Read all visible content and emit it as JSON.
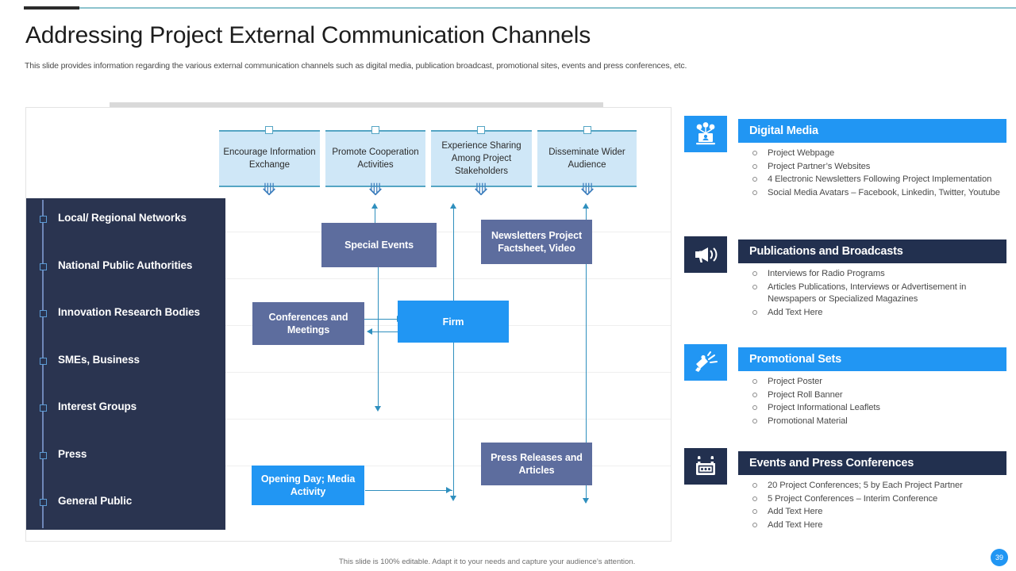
{
  "header": {
    "title": "Addressing Project External Communication Channels",
    "subtitle": "This slide provides information regarding the various external communication channels such as digital media, publication broadcast, promotional sites, events and press conferences, etc.",
    "accent_dark": "#2b2b2b",
    "accent_teal": "#8cc3cd"
  },
  "colors": {
    "bright_blue": "#2196f3",
    "navy": "#22304f",
    "panel_navy": "#2a3450",
    "slate": "#5d6d9e",
    "light_blue_card": "#cfe7f7",
    "card_border": "#55a5c4",
    "connector": "#2f8fbe"
  },
  "diagram": {
    "stakeholders": [
      {
        "label": "Local/ Regional Networks"
      },
      {
        "label": "National Public Authorities"
      },
      {
        "label": "Innovation Research Bodies"
      },
      {
        "label": "SMEs, Business"
      },
      {
        "label": "Interest Groups"
      },
      {
        "label": "Press"
      },
      {
        "label": "General Public"
      }
    ],
    "objectives": [
      {
        "label": "Encourage Information Exchange"
      },
      {
        "label": "Promote Cooperation Activities"
      },
      {
        "label": "Experience Sharing Among Project Stakeholders"
      },
      {
        "label": "Disseminate Wider Audience"
      }
    ],
    "nodes": [
      {
        "label": "Special Events",
        "style": "slate"
      },
      {
        "label": "Newsletters Project Factsheet, Video",
        "style": "slate"
      },
      {
        "label": "Conferences and Meetings",
        "style": "slate"
      },
      {
        "label": "Firm",
        "style": "bright"
      },
      {
        "label": "Press Releases and Articles",
        "style": "slate"
      },
      {
        "label": "Opening Day; Media Activity",
        "style": "bright"
      }
    ]
  },
  "channels": [
    {
      "title": "Digital Media",
      "style": "blue",
      "icon": "digital-media-icon",
      "items": [
        "Project Webpage",
        "Project Partner’s Websites",
        "4 Electronic Newsletters Following Project Implementation",
        "Social Media Avatars – Facebook, Linkedin, Twitter, Youtube"
      ]
    },
    {
      "title": "Publications and Broadcasts",
      "style": "navy",
      "icon": "megaphone-broadcast-icon",
      "items": [
        "Interviews for Radio Programs",
        "Articles Publications, Interviews or Advertisement in Newspapers or Specialized Magazines",
        "Add Text Here"
      ]
    },
    {
      "title": "Promotional Sets",
      "style": "blue",
      "icon": "promotion-megaphone-icon",
      "items": [
        "Project Poster",
        "Project Roll Banner",
        "Project Informational Leaflets",
        "Promotional Material"
      ]
    },
    {
      "title": "Events and Press Conferences",
      "style": "navy",
      "icon": "calendar-icon",
      "items": [
        "20 Project Conferences;  5 by Each Project Partner",
        "5 Project Conferences – Interim Conference",
        "Add Text Here",
        "Add Text Here"
      ]
    }
  ],
  "footer": {
    "note": "This slide is 100% editable.  Adapt it to your needs and capture your audience’s attention.",
    "page_number": "39"
  }
}
